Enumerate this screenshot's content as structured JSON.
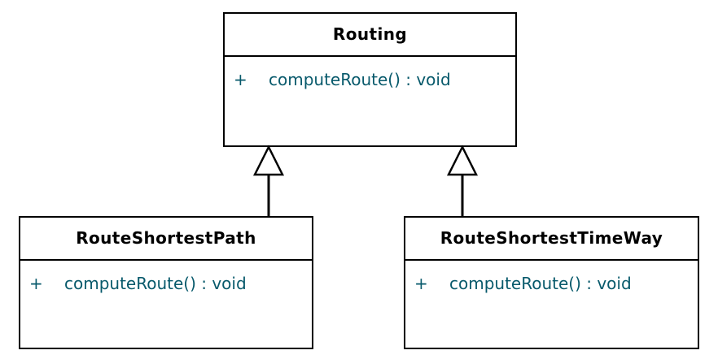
{
  "diagram": {
    "type": "uml-class-diagram",
    "colors": {
      "border": "#000000",
      "background": "#ffffff",
      "class_name_text": "#000000",
      "method_text": "#07596b"
    },
    "classes": [
      {
        "name": "Routing",
        "methods": [
          {
            "visibility": "+",
            "signature": "computeRoute() : void"
          }
        ]
      },
      {
        "name": "RouteShortestPath",
        "methods": [
          {
            "visibility": "+",
            "signature": "computeRoute() : void"
          }
        ]
      },
      {
        "name": "RouteShortestTimeWay",
        "methods": [
          {
            "visibility": "+",
            "signature": "computeRoute() : void"
          }
        ]
      }
    ],
    "relations": [
      {
        "type": "generalization",
        "from": "RouteShortestPath",
        "to": "Routing"
      },
      {
        "type": "generalization",
        "from": "RouteShortestTimeWay",
        "to": "Routing"
      }
    ]
  }
}
